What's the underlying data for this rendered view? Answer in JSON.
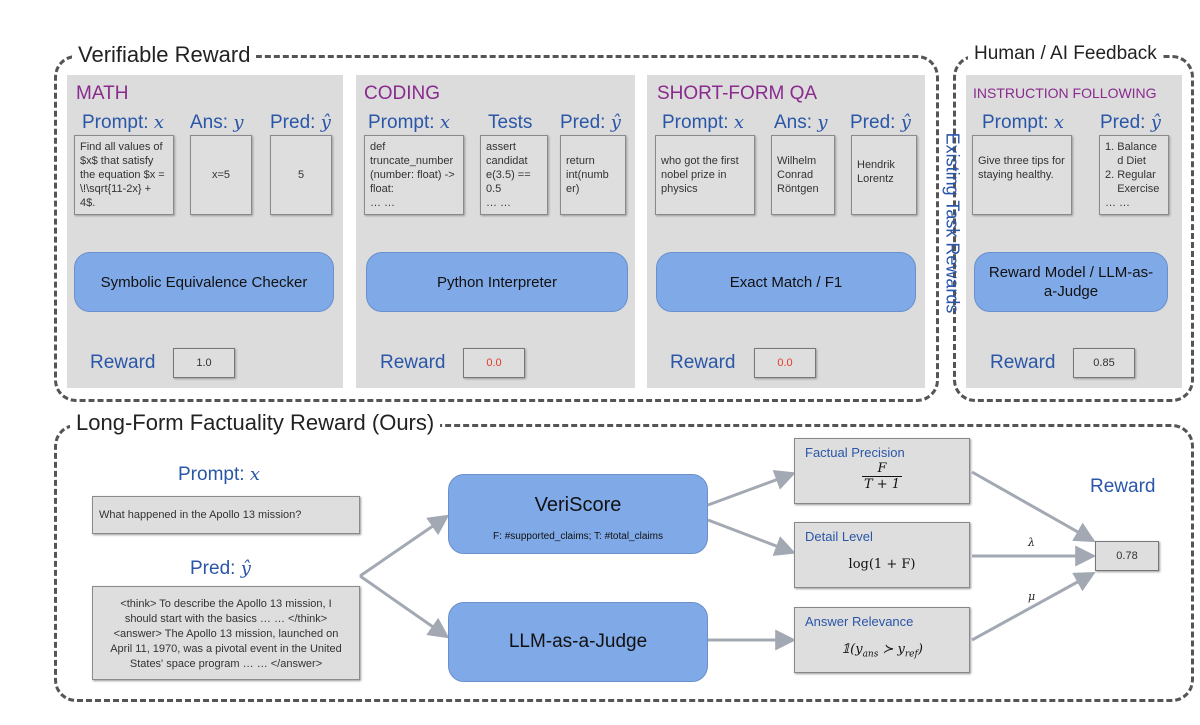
{
  "groups": {
    "verifiable": "Verifiable Reward",
    "human_ai": "Human / AI Feedback",
    "longform": "Long-Form Factuality Reward (Ours)",
    "existing": "Existing Task Rewards"
  },
  "panels": {
    "math": {
      "title": "MATH",
      "col1": "Prompt: ",
      "col1_var": "x",
      "col2": "Ans: ",
      "col2_var": "y",
      "col3": "Pred: ",
      "col3_var": "ŷ",
      "card1": "Find all values of $x$ that satisfy the equation $x = \\!\\sqrt{11-2x} + 4$.",
      "card2": "x=5",
      "card3": "5",
      "checker": "Symbolic Equivalence Checker",
      "reward_label": "Reward",
      "reward": "1.0"
    },
    "coding": {
      "title": "CODING",
      "col1": "Prompt: ",
      "col1_var": "x",
      "col2": "Tests",
      "col3": "Pred: ",
      "col3_var": "ŷ",
      "card1": "def truncate_number (number: float) -> float:\n… …",
      "card2": "assert candidat e(3.5) == 0.5\n… …",
      "card3": "return int(numb er)",
      "checker": "Python Interpreter",
      "reward_label": "Reward",
      "reward": "0.0"
    },
    "qa": {
      "title": "SHORT-FORM QA",
      "col1": "Prompt: ",
      "col1_var": "x",
      "col2": "Ans: ",
      "col2_var": "y",
      "col3": "Pred: ",
      "col3_var": "ŷ",
      "card1": "who got the first nobel prize in physics",
      "card2": "Wilhelm Conrad Röntgen",
      "card3": "Hendrik Lorentz",
      "checker": "Exact Match / F1",
      "reward_label": "Reward",
      "reward": "0.0"
    },
    "instr": {
      "title": "INSTRUCTION FOLLOWING",
      "col1": "Prompt: ",
      "col1_var": "x",
      "col3": "Pred: ",
      "col3_var": "ŷ",
      "card1": "Give three tips for staying healthy.",
      "card3": "1. Balance\n    d Diet\n2. Regular\n    Exercise\n… …",
      "checker": "Reward Model / LLM-as-a-Judge",
      "reward_label": "Reward",
      "reward": "0.85"
    }
  },
  "longform": {
    "prompt_label": "Prompt: ",
    "prompt_var": "x",
    "prompt_text": "What happened in the Apollo 13 mission?",
    "pred_label": "Pred: ",
    "pred_var": "ŷ",
    "pred_text": "<think> To describe the Apollo 13 mission, I should start with the basics … …   </think>\n<answer> The Apollo 13 mission, launched on April 11, 1970, was a pivotal event in the United States' space program … … </answer>",
    "veriscore": "VeriScore",
    "veriscore_sub": "F: #supported_claims; T: #total_claims",
    "judge": "LLM-as-a-Judge",
    "precision_title": "Factual Precision",
    "precision_num": "F",
    "precision_den": "T + 1",
    "detail_title": "Detail Level",
    "detail_formula": "log(1 + F)",
    "relevance_title": "Answer Relevance",
    "relevance_formula": "𝟙(y",
    "relevance_sub1": "ans",
    "relevance_mid": " ≻ y",
    "relevance_sub2": "ref",
    "relevance_end": ")",
    "lambda": "λ",
    "mu": "μ",
    "reward_label": "Reward",
    "reward": "0.78"
  }
}
